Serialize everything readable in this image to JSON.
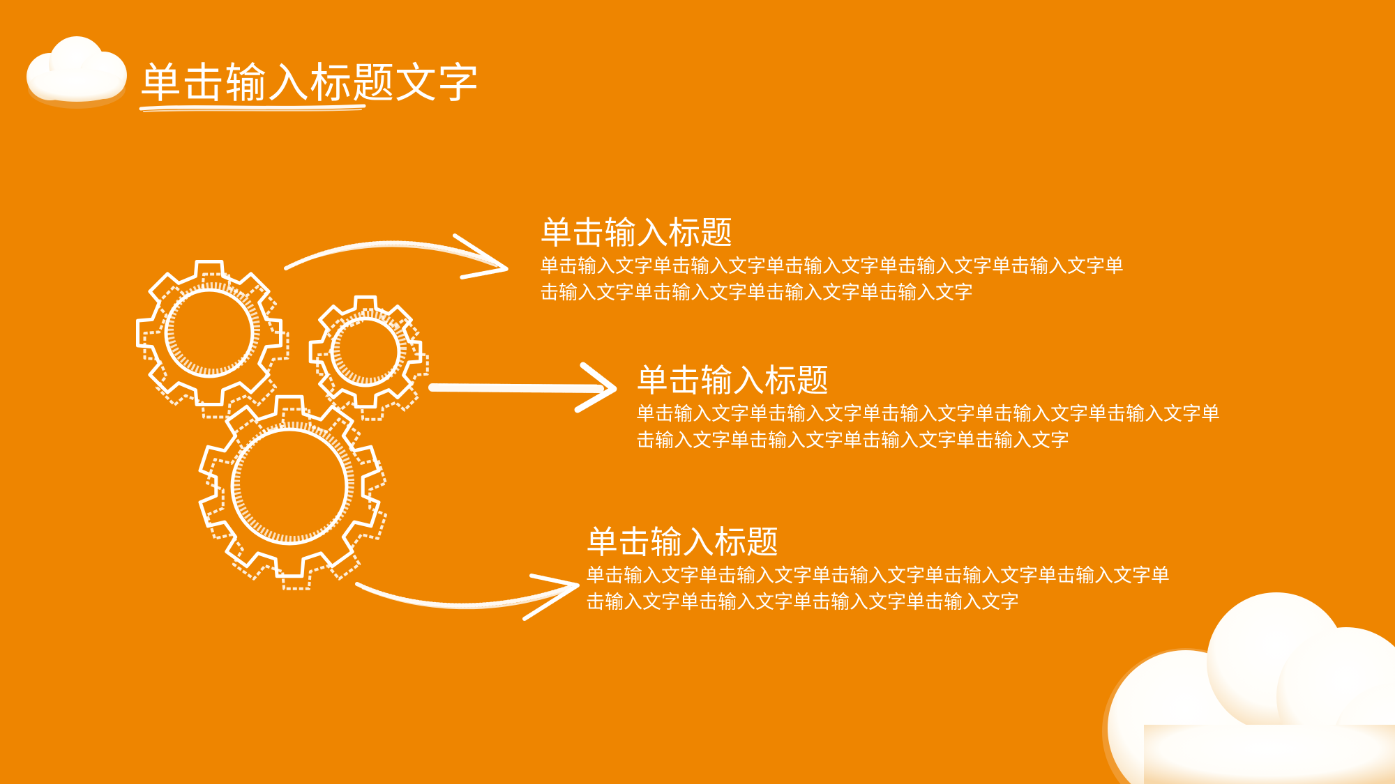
{
  "theme": {
    "background": "#EE8500",
    "text": "#FFFFFF",
    "cloud": "#FFFFFF",
    "cloud_shadow": "#F6C98C"
  },
  "page_title": "单击输入标题文字",
  "items": [
    {
      "title": "单击输入标题",
      "body": "单击输入文字单击输入文字单击输入文字单击输入文字单击输入文字单击输入文字单击输入文字单击输入文字单击输入文字"
    },
    {
      "title": "单击输入标题",
      "body": "单击输入文字单击输入文字单击输入文字单击输入文字单击输入文字单击输入文字单击输入文字单击输入文字单击输入文字"
    },
    {
      "title": "单击输入标题",
      "body": "单击输入文字单击输入文字单击输入文字单击输入文字单击输入文字单击输入文字单击输入文字单击输入文字单击输入文字"
    }
  ],
  "icons": [
    "cloud-icon",
    "gear-icon",
    "arrow-icon"
  ]
}
